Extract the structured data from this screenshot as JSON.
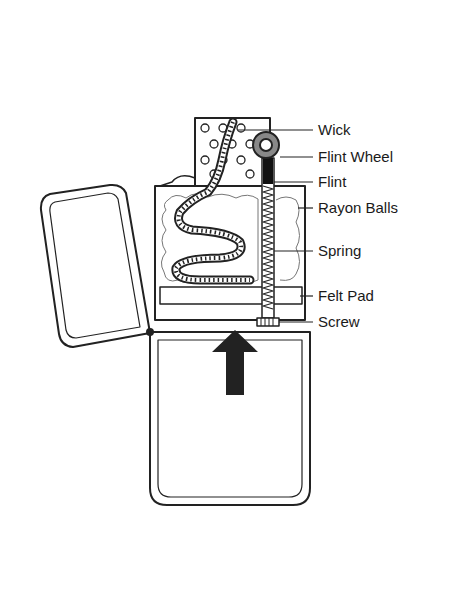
{
  "diagram": {
    "labels": [
      "Wick",
      "Flint Wheel",
      "Flint",
      "Rayon Balls",
      "Spring",
      "Felt Pad",
      "Screw"
    ]
  }
}
